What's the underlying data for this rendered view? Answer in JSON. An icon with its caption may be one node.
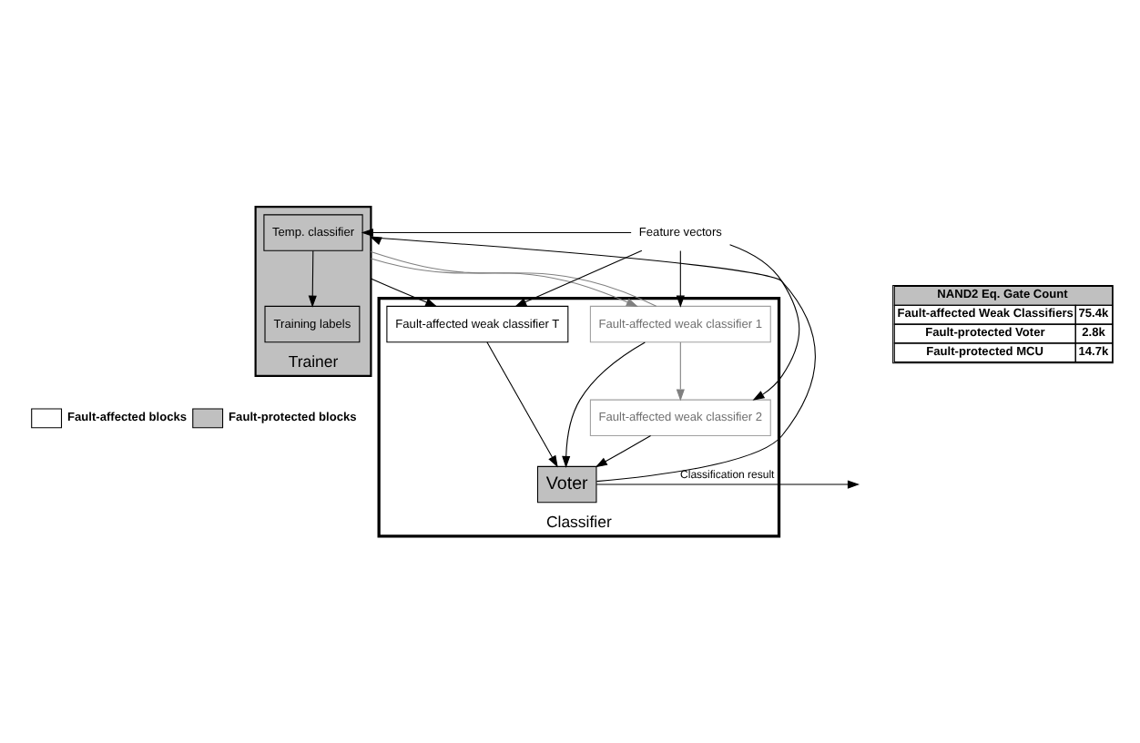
{
  "diagram": {
    "nodes": [
      {
        "text": [
          "Trainer"
        ]
      },
      {
        "text": [
          "Temp. classifier"
        ],
        "in": 0
      },
      {
        "text": [
          "Training labels"
        ],
        "in": 0
      },
      {
        "text": [
          "Feature vectors"
        ]
      },
      {
        "text": [
          "Classifier"
        ]
      },
      {
        "text": [
          "Fault-affected weak classifier 1"
        ],
        "in": 4
      },
      {
        "text": [
          "Fault-affected weak classifier 2"
        ],
        "in": 4
      },
      {
        "text": [
          "Fault-affected weak classifier T"
        ],
        "in": 4
      },
      {
        "text": [
          "Voter"
        ],
        "in": 4
      }
    ],
    "edges": [
      {
        "from": 3,
        "to": 1,
        "arrow": "to"
      },
      {
        "from": 1,
        "to": 2,
        "arrow": "to"
      },
      {
        "from": 3,
        "to": 5,
        "arrow": "to"
      },
      {
        "from": 3,
        "to": 6,
        "arrow": "to"
      },
      {
        "from": 3,
        "to": 7,
        "arrow": "to"
      },
      {
        "from": 0,
        "to": 5,
        "arrow": "to",
        "color": "#808080"
      },
      {
        "from": 0,
        "to": 5,
        "arrow": "none",
        "color": "#808080"
      },
      {
        "from": 5,
        "to": 6,
        "arrow": "to",
        "color": "#808080"
      },
      {
        "from": 0,
        "to": 7,
        "arrow": "to"
      },
      {
        "from": 5,
        "to": 8,
        "arrow": "to"
      },
      {
        "from": 6,
        "to": 8,
        "arrow": "to"
      },
      {
        "from": 7,
        "to": 8,
        "arrow": "to"
      },
      {
        "from": 8,
        "to": null,
        "arrow": "to",
        "label": "Classification result"
      },
      {
        "from": 8,
        "to": 0,
        "arrow": "to"
      }
    ],
    "labels": [
      "NAND2 Eq. Gate Count",
      "Fault-affected Weak Classifiers",
      "75.4k",
      "Fault-protected Voter",
      "2.8k",
      "Fault-protected MCU",
      "14.7k"
    ],
    "legend": [
      {
        "text": "Fault-affected blocks",
        "color": "#ffffff"
      },
      {
        "text": "Fault-protected blocks",
        "color": "#c0c0c0"
      }
    ]
  }
}
